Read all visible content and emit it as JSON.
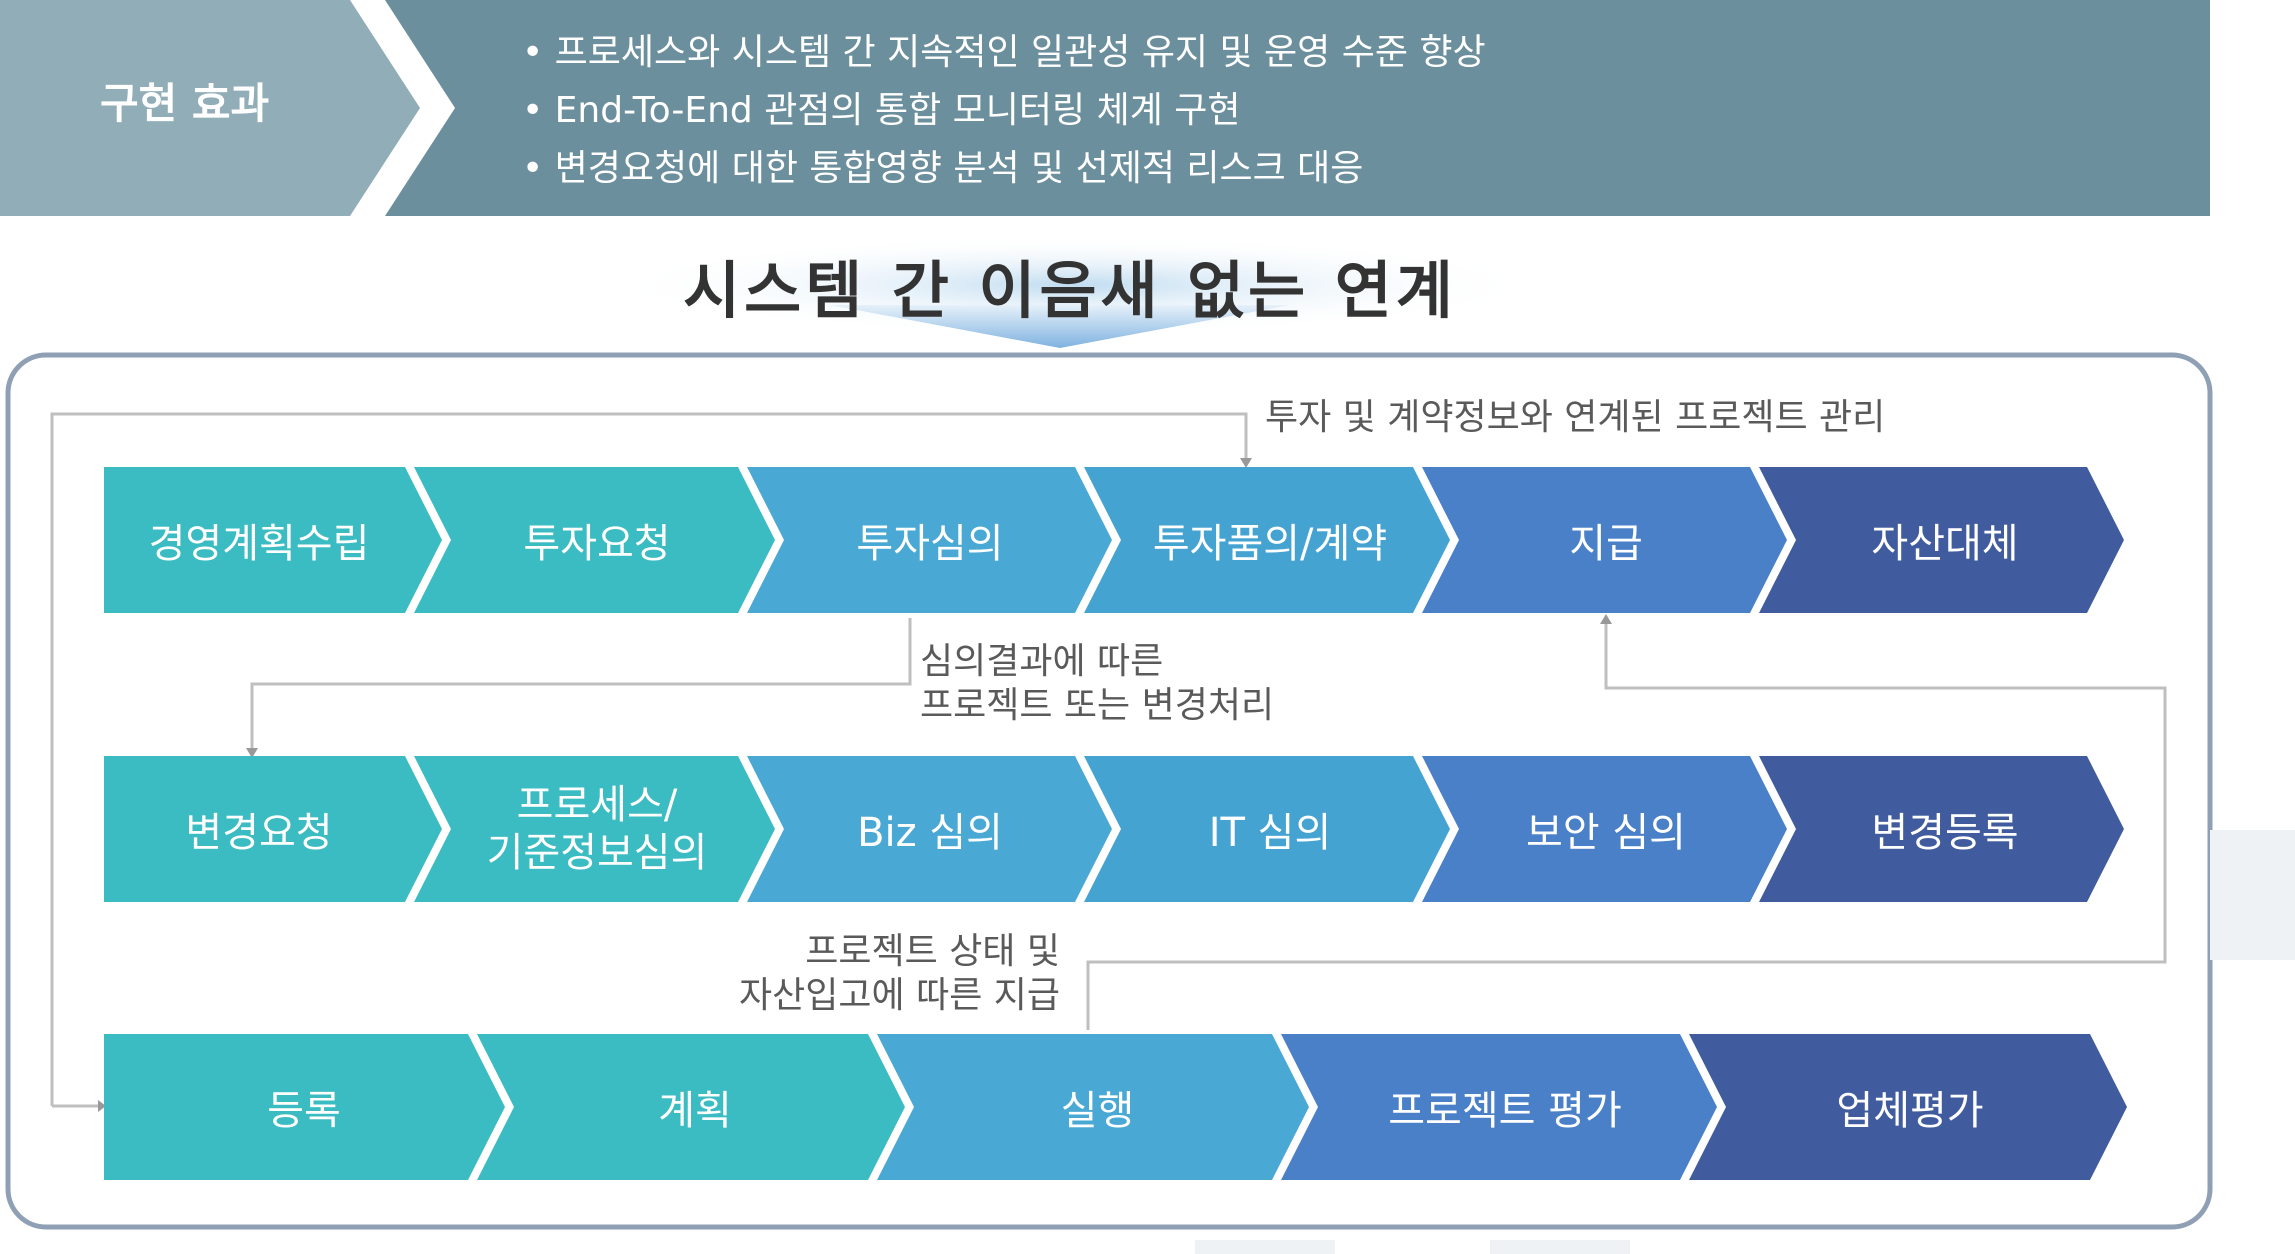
{
  "header": {
    "tag_label": "구현 효과",
    "bullets": [
      "• 프로세스와 시스템 간 지속적인 일관성 유지 및 운영 수준 향상",
      "• End-To-End 관점의 통합 모니터링 체계 구현",
      "• 변경요청에 대한 통합영향 분석 및 선제적 리스크 대응"
    ]
  },
  "title": "시스템 간 이음새 없는 연계",
  "rows": [
    {
      "steps": [
        "경영계획수립",
        "투자요청",
        "투자심의",
        "투자품의/계약",
        "지급",
        "자산대체"
      ]
    },
    {
      "steps": [
        "변경요청",
        "프로세스/",
        "Biz 심의",
        "IT 심의",
        "보안 심의",
        "변경등록"
      ],
      "step2_line2": "기준정보심의"
    },
    {
      "steps": [
        "등록",
        "계획",
        "실행",
        "프로젝트 평가",
        "업체평가"
      ]
    }
  ],
  "notes": {
    "top": "투자 및 계약정보와 연계된 프로젝트 관리",
    "middle_1": "심의결과에 따른",
    "middle_2": "프로젝트 또는 변경처리",
    "bottom_1": "프로젝트 상태 및",
    "bottom_2": "자산입고에 따른 지급"
  },
  "colors": {
    "teal": "#3bbcc2",
    "sky": "#4aa8d4",
    "blue": "#4a80c8",
    "navy": "#415c9e",
    "header_band": "#6c8f9d",
    "header_tag": "#90adb8"
  }
}
